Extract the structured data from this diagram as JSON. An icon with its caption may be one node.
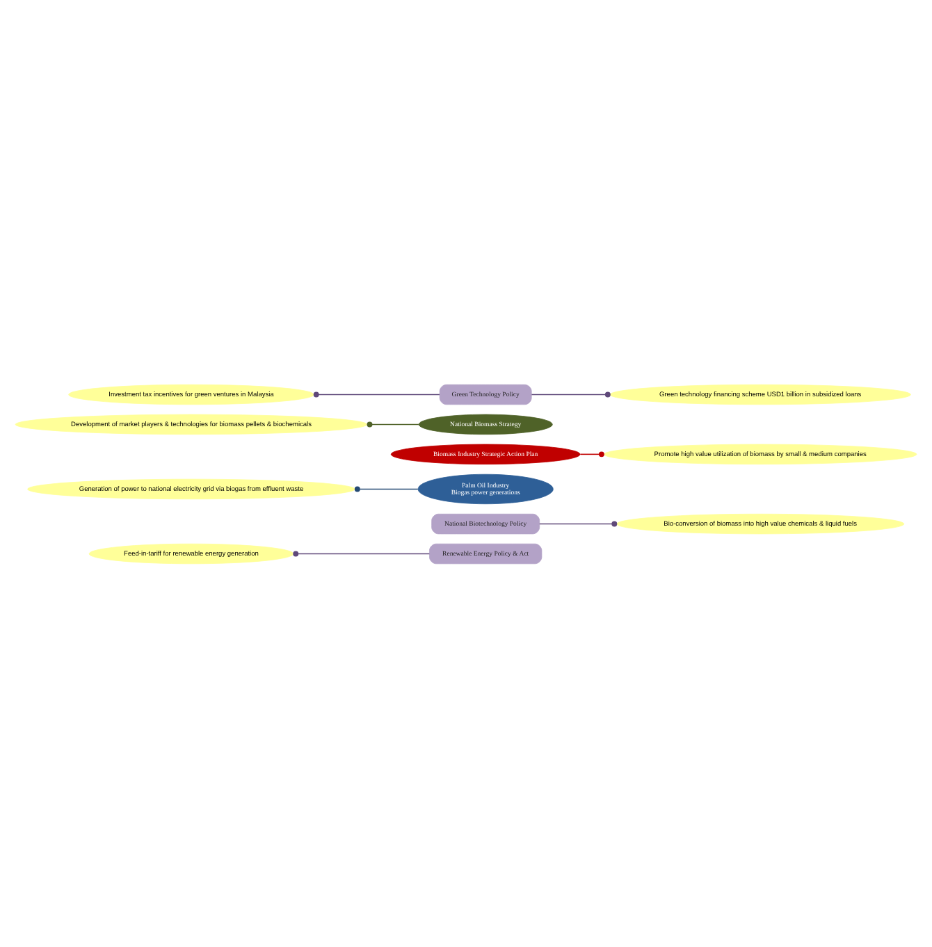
{
  "diagram": {
    "nodes": [
      {
        "text": [
          "Feed-in-tariff for renewable energy generation"
        ]
      },
      {
        "text": [
          "Bio-conversion of biomass into high value chemicals & liquid fuels"
        ]
      },
      {
        "text": [
          "Renewable Energy Policy & Act"
        ]
      },
      {
        "text": [
          "Palm Oil Industry",
          "Biogas power generations"
        ]
      },
      {
        "text": [
          "National Biotechnology Policy"
        ]
      },
      {
        "text": [
          "Generation of power to national electricity grid via biogas from effluent waste"
        ]
      },
      {
        "text": [
          "Biomass Industry Strategic Action Plan"
        ]
      },
      {
        "text": [
          "Promote high value utilization of biomass by small & medium companies"
        ]
      },
      {
        "text": [
          "Development of market players & technologies for biomass pellets & biochemicals"
        ]
      },
      {
        "text": [
          "National Biomass Strategy"
        ]
      },
      {
        "text": [
          "Investment tax incentives for green ventures in Malaysia"
        ]
      },
      {
        "text": [
          "Green Technology Policy"
        ]
      },
      {
        "text": [
          "Green technology financing scheme USD1 billion in subsidized loans"
        ]
      }
    ],
    "edges": [
      {
        "from": 0,
        "to": 2,
        "arrow": "other"
      },
      {
        "from": 1,
        "to": 4,
        "arrow": "other"
      },
      {
        "from": 5,
        "to": 3,
        "arrow": "other",
        "color": "#254a74"
      },
      {
        "from": 7,
        "to": 6,
        "arrow": "other",
        "color": "#c00000"
      },
      {
        "from": 8,
        "to": 9,
        "arrow": "other",
        "color": "#4f6228"
      },
      {
        "from": 10,
        "to": 11,
        "arrow": "other"
      },
      {
        "from": 12,
        "to": 11,
        "arrow": "other"
      }
    ]
  }
}
